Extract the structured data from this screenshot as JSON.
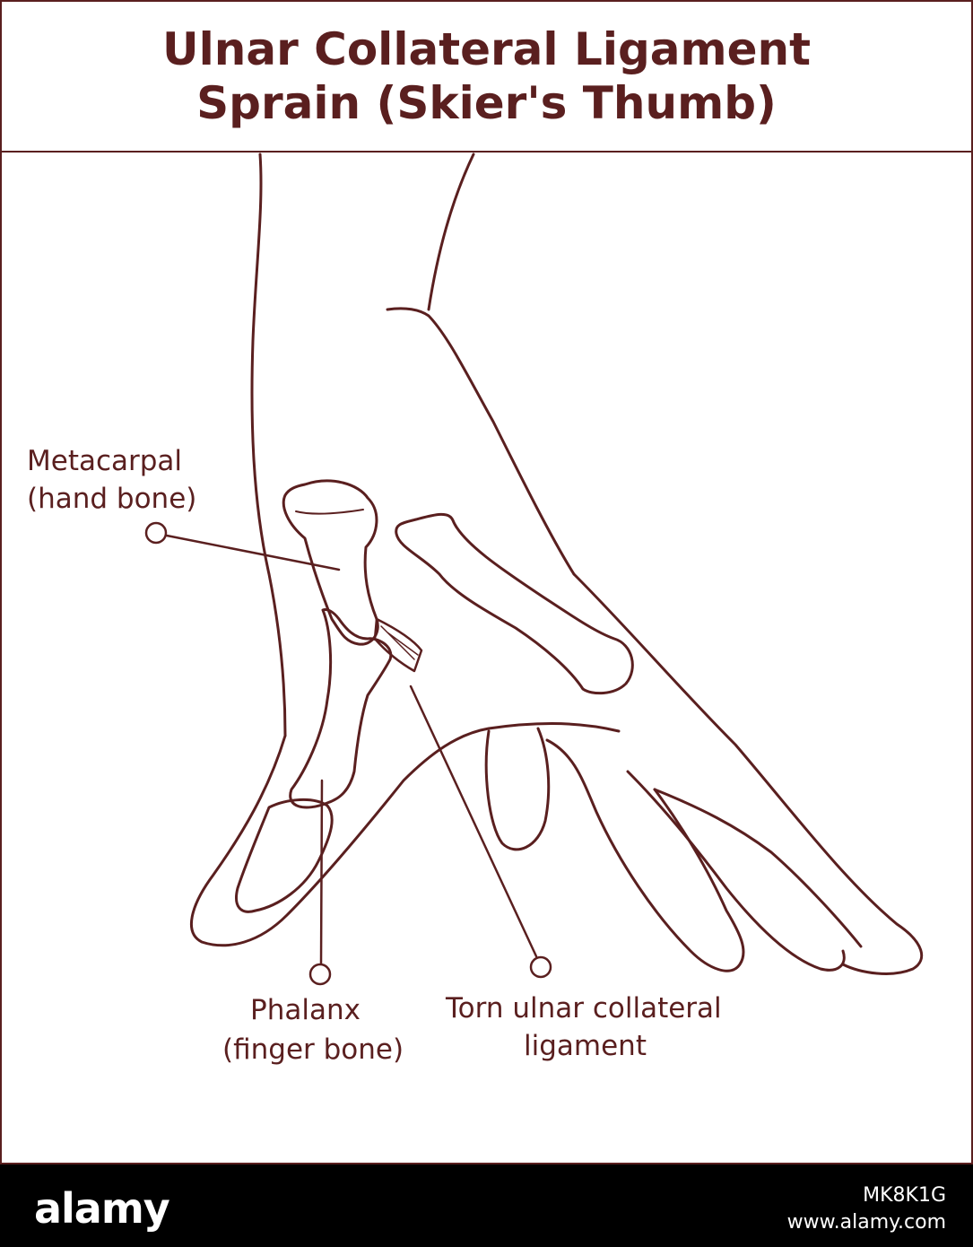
{
  "title": {
    "line1": "Ulnar Collateral Ligament",
    "line2": "Sprain (Skier's Thumb)"
  },
  "labels": {
    "metacarpal_line1": "Metacarpal",
    "metacarpal_line2": "(hand bone)",
    "phalanx_line1": "Phalanx",
    "phalanx_line2": "(finger bone)",
    "ligament_line1": "Torn ulnar collateral",
    "ligament_line2": "ligament"
  },
  "footer": {
    "logo": "alamy",
    "image_id": "MK8K1G",
    "url": "www.alamy.com"
  },
  "colors": {
    "stroke": "#5a1f1f",
    "background": "#ffffff",
    "footer": "#000000"
  }
}
